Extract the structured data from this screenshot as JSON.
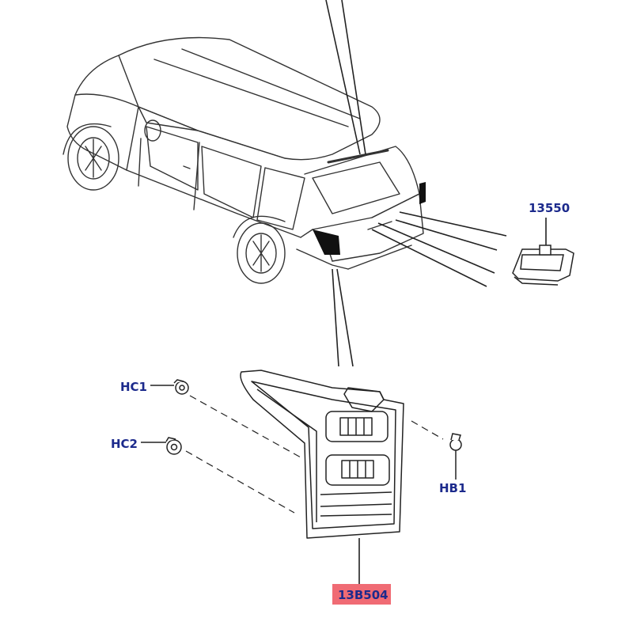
{
  "callouts": {
    "lamp_13550": "13550",
    "clip_hc1": "HC1",
    "clip_hc2": "HC2",
    "fastener_hb1": "HB1",
    "tail_lamp_13b504": "13B504"
  },
  "colors": {
    "callout_text": "#1c2a8c",
    "highlight": "#f06b74",
    "line": "#333333",
    "lamp_fill": "#111111"
  }
}
